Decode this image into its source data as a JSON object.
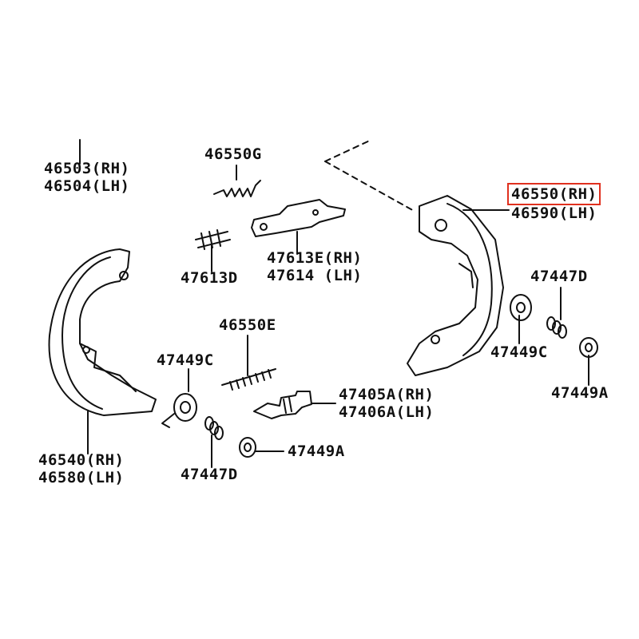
{
  "highlight_color": "#e0301e",
  "line_color": "#111111",
  "labels": {
    "l46503": "46503(RH)",
    "l46504": "46504(LH)",
    "l46550g": "46550G",
    "l46550": "46550(RH)",
    "l46590": "46590(LH)",
    "l47613e": "47613E(RH)",
    "l47614": "47614 (LH)",
    "l47613d": "47613D",
    "l46550e": "46550E",
    "l47447d_r": "47447D",
    "l47449c_l": "47449C",
    "l47449c_r": "47449C",
    "l47405a": "47405A(RH)",
    "l47406a": "47406A(LH)",
    "l47449a_r": "47449A",
    "l46540": "46540(RH)",
    "l46580": "46580(LH)",
    "l47449a_c": "47449A",
    "l47447d_l": "47447D"
  },
  "parts": {
    "left_shoe": "brake-shoe-left",
    "right_shoe": "brake-shoe-right",
    "spring_top": "return-spring",
    "spring_clip": "shoe-hold-spring",
    "strut": "parking-brake-strut",
    "adjust_spring": "adjusting-spring",
    "adjuster": "adjuster-assembly",
    "cup_left": "hold-down-cup",
    "spring_small_left": "hold-down-spring",
    "pin_left": "hold-down-pin",
    "cup_right": "hold-down-cup",
    "spring_small_right": "hold-down-spring",
    "pin_right": "hold-down-pin"
  }
}
